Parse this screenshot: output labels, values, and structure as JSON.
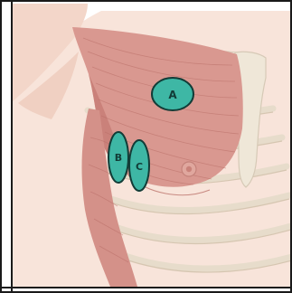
{
  "colors": {
    "skin": "#f6ddd2",
    "skin_shadow": "#ecc4b4",
    "muscle": "#d9958c",
    "muscle_dark": "#c2756d",
    "muscle_fiber": "#b66a63",
    "bone": "#f2ebe0",
    "bone_shadow": "#ddd1c0",
    "cartilage": "#ece6d6",
    "marker_fill": "#3eb7a5",
    "marker_stroke": "#123c37",
    "nipple": "#c9827a",
    "border": "#1a1a1a"
  },
  "markers": [
    {
      "label": "A"
    },
    {
      "label": "B"
    },
    {
      "label": "C"
    }
  ],
  "icons": {
    "nipple": "nipple-icon"
  }
}
